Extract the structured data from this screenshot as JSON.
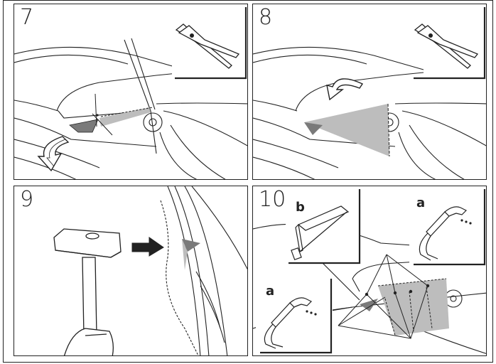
{
  "steps": [
    {
      "number": "7"
    },
    {
      "number": "8"
    },
    {
      "number": "9"
    },
    {
      "number": "10",
      "labels": {
        "b": "b",
        "a_top": "a",
        "a_bottom": "a"
      }
    }
  ],
  "colors": {
    "line": "#222222",
    "dark_fill": "#7a7a7a",
    "light_fill": "#bdbdbd",
    "bg": "#ffffff"
  },
  "icons": [
    "pliers-icon",
    "curved-arrow-icon",
    "hammer-icon",
    "straight-arrow-icon",
    "hacksaw-icon",
    "welding-torch-icon"
  ]
}
